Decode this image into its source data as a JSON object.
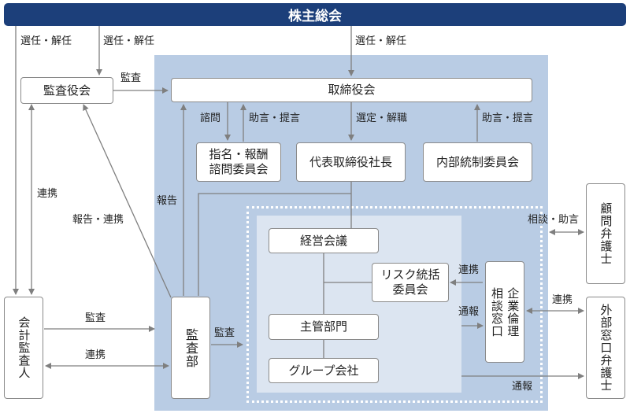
{
  "banner": {
    "title": "株主総会"
  },
  "nodes": {
    "auditors_board": "監査役会",
    "board": "取締役会",
    "nomination": "指名・報酬\n諮問委員会",
    "president": "代表取締役社長",
    "internal_control": "内部統制委員会",
    "management": "経営会議",
    "risk": "リスク統括\n委員会",
    "dept": "主管部門",
    "group": "グループ会社",
    "ethics": "企業倫理\n相談窓口",
    "accounting_auditor": "会計監査人",
    "audit_dept": "監査部",
    "advisor_lawyer": "顧問弁護士",
    "external_lawyer": "外部窓口弁護士"
  },
  "labels": {
    "elect1": "選任・解任",
    "elect2": "選任・解任",
    "elect3": "選任・解任",
    "audit_top": "監査",
    "consult": "諮問",
    "advise1": "助言・提言",
    "select": "選定・解職",
    "advise2": "助言・提言",
    "coop_left": "連携",
    "report_coop": "報告・連携",
    "report": "報告",
    "audit_mid": "監査",
    "audit_dept_audit": "監査",
    "coop_bottom": "連携",
    "coop_risk": "連携",
    "report_ethics": "通報",
    "consult_advice": "相談・助言",
    "coop_right": "連携",
    "report_bottom": "通報"
  },
  "colors": {
    "banner": "#1c3f7a",
    "board_area": "#b9cce4",
    "exec_area": "#dce5f1",
    "line": "#7f7f7f"
  }
}
